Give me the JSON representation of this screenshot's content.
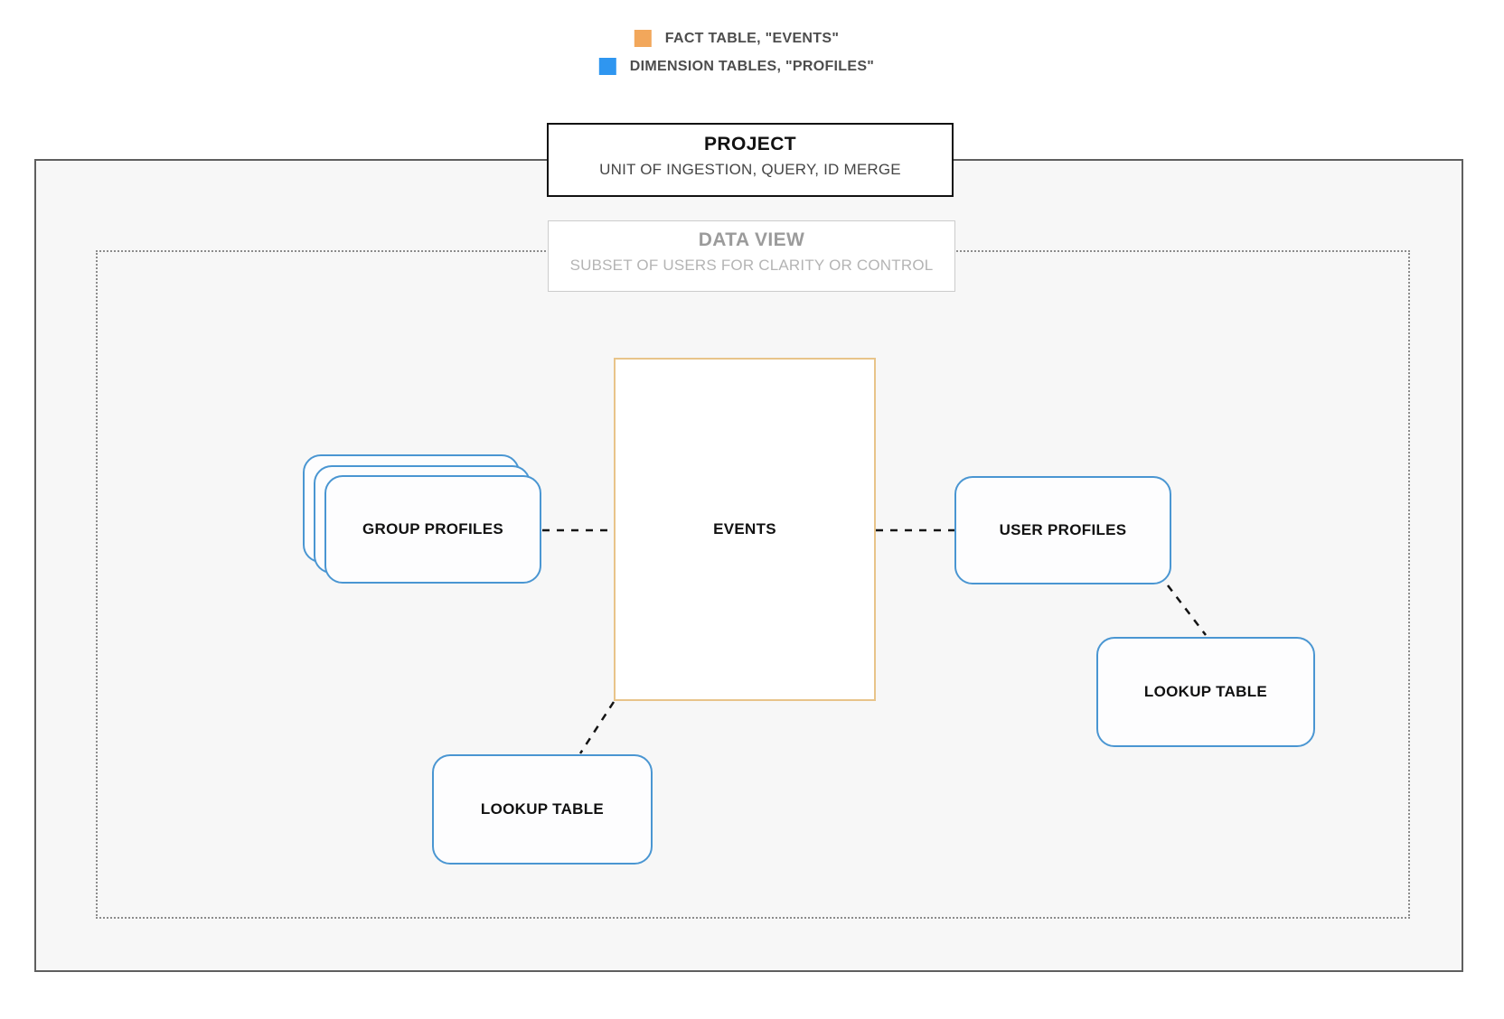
{
  "legend": {
    "items": [
      {
        "name": "fact-table-swatch",
        "swatch_color": "#f2a75b",
        "label": "FACT TABLE, \"EVENTS\""
      },
      {
        "name": "dimension-tables-swatch",
        "swatch_color": "#2f96f0",
        "label": "DIMENSION TABLES, \"PROFILES\""
      }
    ]
  },
  "project_box": {
    "title": "PROJECT",
    "subtitle": "UNIT OF INGESTION, QUERY, ID MERGE"
  },
  "data_view_box": {
    "title": "DATA VIEW",
    "subtitle": "SUBSET OF USERS FOR CLARITY OR CONTROL"
  },
  "nodes": {
    "events": {
      "label": "EVENTS",
      "border_color": "#e8c48a"
    },
    "group_profiles": {
      "label": "GROUP PROFILES",
      "border_color": "#4a96d2"
    },
    "user_profiles": {
      "label": "USER PROFILES",
      "border_color": "#4a96d2"
    },
    "lookup_table_bottom": {
      "label": "LOOKUP TABLE",
      "border_color": "#4a96d2"
    },
    "lookup_table_right": {
      "label": "LOOKUP TABLE",
      "border_color": "#4a96d2"
    }
  },
  "connectors": [
    {
      "from": "group_profiles",
      "to": "events",
      "style": "dashed"
    },
    {
      "from": "events",
      "to": "user_profiles",
      "style": "dashed"
    },
    {
      "from": "user_profiles",
      "to": "lookup_table_right",
      "style": "dashed"
    },
    {
      "from": "events",
      "to": "lookup_table_bottom",
      "style": "dashed"
    }
  ]
}
